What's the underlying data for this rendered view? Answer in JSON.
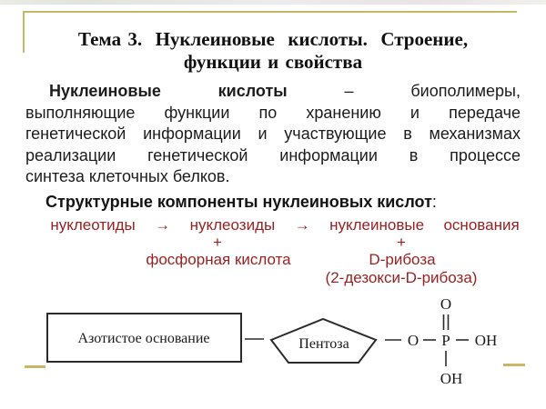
{
  "slide": {
    "title": {
      "line1": "Тема 3.  Нуклеиновые  кислоты.  Строение,",
      "line2": "функции и свойства"
    },
    "definition": {
      "lead": "Нуклеиновые кислоты",
      "line1_rest": "– биополимеры,",
      "line2": "выполняющие функции по хранению и передаче",
      "line3": "генетической информации и участвующие в механизмах",
      "line4": "реализации генетической информации в процессе",
      "line5": "синтеза клеточных белков."
    },
    "components": {
      "heading": "Структурные компоненты нуклеиновых кислот",
      "heading_colon": ":",
      "chain": "нуклеотиды  →  нуклеозиды  →  нуклеиновые  основания",
      "plus_left": "+",
      "plus_right": "+",
      "phosphoric_acid": "фосфорная кислота",
      "d_ribose": "D-рибоза",
      "deoxy_ribose": "(2-дезокси-D-рибоза)"
    },
    "diagram": {
      "nitrogen_base": "Азотистое основание",
      "pentose": "Пентоза",
      "phosphate": {
        "top_o": "O",
        "bridge_o": "O",
        "p": "P",
        "right_oh": "OH",
        "bottom_oh": "OH"
      }
    },
    "colors": {
      "accent_red": "#9a2121",
      "border_tan": "#c9b768",
      "text_black": "#1c1c1c"
    }
  }
}
